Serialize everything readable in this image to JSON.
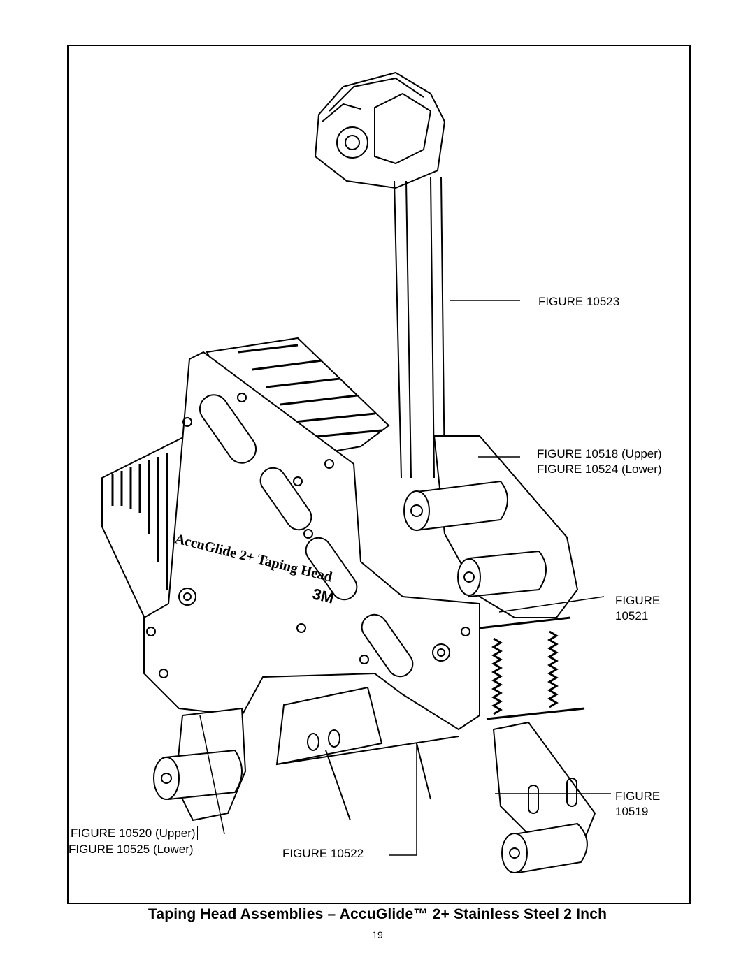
{
  "callouts": {
    "fig_10523": "FIGURE 10523",
    "fig_10518": "FIGURE 10518 (Upper)",
    "fig_10524": "FIGURE 10524 (Lower)",
    "fig_10521_a": "FIGURE",
    "fig_10521_b": "10521",
    "fig_10519_a": "FIGURE",
    "fig_10519_b": "10519",
    "fig_10520": "FIGURE 10520 (Upper)",
    "fig_10525": "FIGURE 10525 (Lower)",
    "fig_10522": "FIGURE 10522"
  },
  "machine_label": {
    "line1": "AccuGlide",
    "line2": "2+ Taping Head",
    "brand": "3M"
  },
  "caption": "Taping Head Assemblies – AccuGlide™ 2+ Stainless Steel 2 Inch",
  "page_number": "19"
}
